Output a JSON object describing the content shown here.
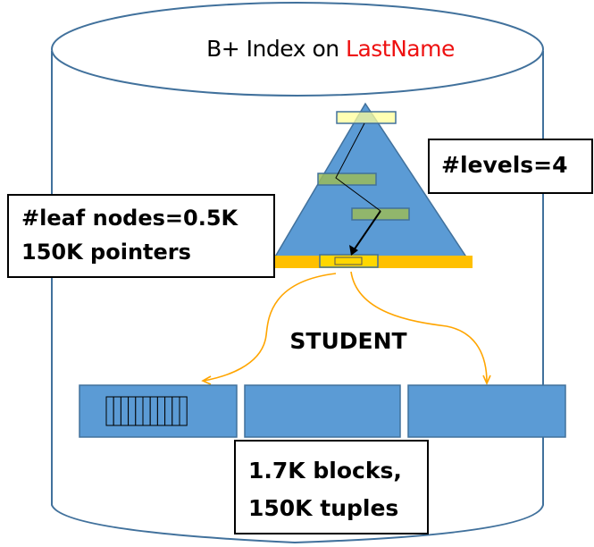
{
  "diagram": {
    "title": {
      "prefix": "B+ Index on ",
      "attribute": "LastName"
    },
    "levels_label": "#levels=4",
    "leaf_info": {
      "line1": "#leaf nodes=0.5K",
      "line2": "150K pointers"
    },
    "table_label": "STUDENT",
    "table_info": {
      "line1": "1.7K blocks,",
      "line2": "150K tuples"
    },
    "tree": {
      "levels": 4,
      "leaf_nodes": "0.5K",
      "pointers": "150K"
    },
    "table": {
      "name": "STUDENT",
      "blocks": "1.7K",
      "tuples": "150K",
      "visible_blocks": 3,
      "tuple_slots_in_first_block": 11
    },
    "colors": {
      "cylinder_stroke": "#41719c",
      "tree_fill": "#5b9bd5",
      "root_node": "#ffff99",
      "internal_node": "#9bbb59",
      "leaf_bar": "#ffc000",
      "leaf_node": "#ffd700",
      "arrow": "#ffa500",
      "block_fill": "#5b9bd5",
      "accent_text": "#ee1111"
    }
  }
}
